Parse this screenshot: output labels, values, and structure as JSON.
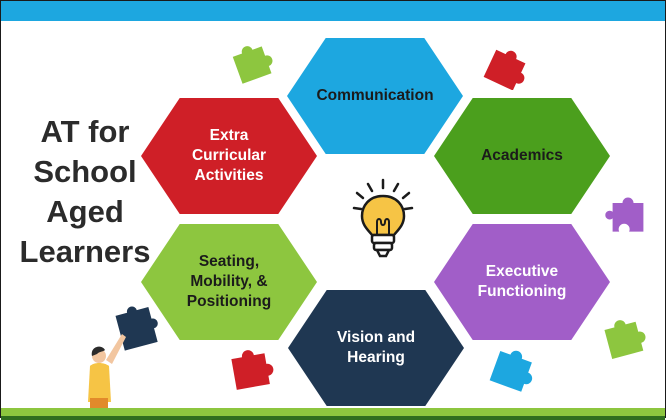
{
  "title_lines": [
    "AT for",
    "School",
    "Aged",
    "Learners"
  ],
  "hexagons": [
    {
      "label": "Communication",
      "color": "#1da7e0"
    },
    {
      "label": "Academics",
      "color": "#4b9f1d"
    },
    {
      "label": "Executive\nFunctioning",
      "color": "#a15ec8"
    },
    {
      "label": "Vision and\nHearing",
      "color": "#1f3752"
    },
    {
      "label": "Seating,\nMobility, &\nPositioning",
      "color": "#8dc63f"
    },
    {
      "label": "Extra\nCurricular\nActivities",
      "color": "#cf1f27"
    }
  ],
  "colors": {
    "top_bar": "#1da7e0",
    "bottom_bar": "#8dc63f",
    "title_text": "#2b2b2b"
  },
  "icons": [
    "lightbulb-icon",
    "puzzle-piece-icon",
    "person-icon"
  ]
}
